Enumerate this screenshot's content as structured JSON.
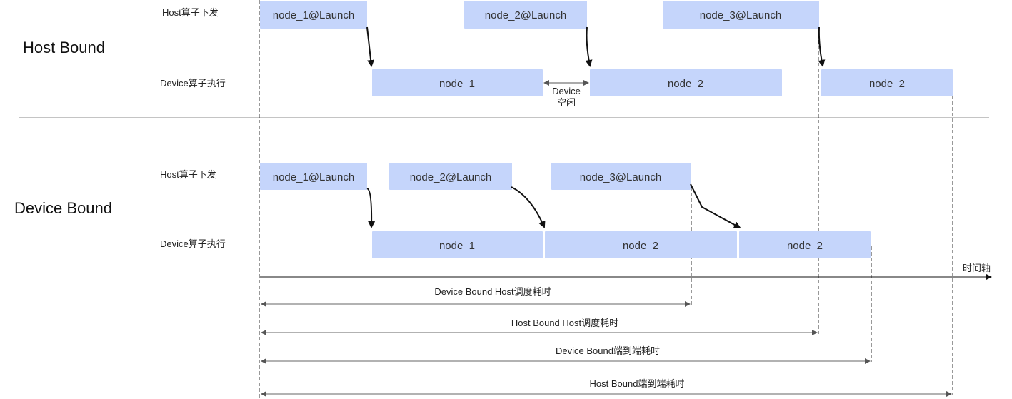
{
  "host_bound": {
    "title": "Host Bound",
    "row_host": "Host算子下发",
    "row_device": "Device算子执行",
    "launches": [
      "node_1@Launch",
      "node_2@Launch",
      "node_3@Launch"
    ],
    "executions": [
      "node_1",
      "node_2",
      "node_2"
    ],
    "idle_line1": "Device",
    "idle_line2": "空闲"
  },
  "device_bound": {
    "title": "Device Bound",
    "row_host": "Host算子下发",
    "row_device": "Device算子执行",
    "launches": [
      "node_1@Launch",
      "node_2@Launch",
      "node_3@Launch"
    ],
    "executions": [
      "node_1",
      "node_2",
      "node_2"
    ]
  },
  "timeline": {
    "axis_label": "时间轴",
    "measures": [
      "Device Bound Host调度耗时",
      "Host Bound Host调度耗时",
      "Device Bound端到端耗时",
      "Host Bound端到端耗时"
    ]
  },
  "colors": {
    "box_fill": "#c5d5fb"
  }
}
